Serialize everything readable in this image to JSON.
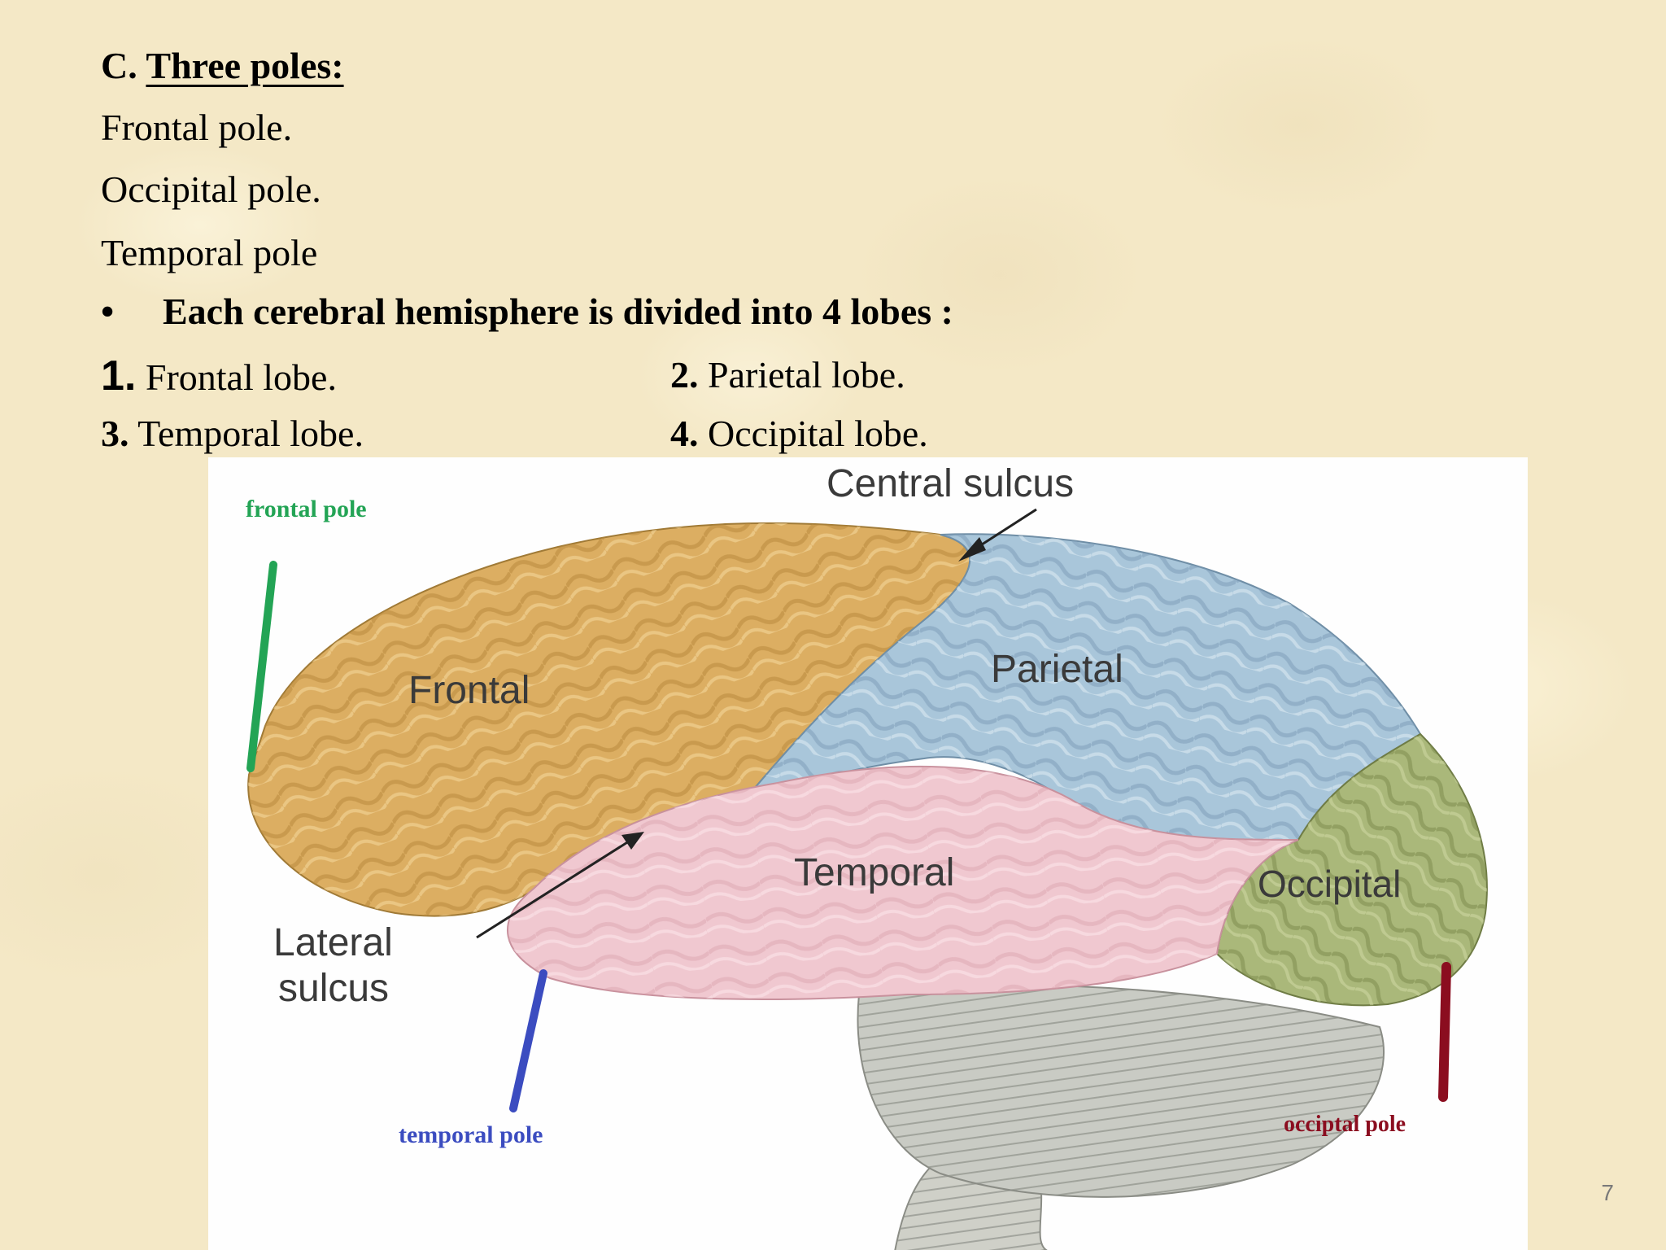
{
  "slide": {
    "heading_prefix": "C. ",
    "heading_title": "Three poles:",
    "poles": [
      "Frontal pole.",
      "Occipital pole.",
      "Temporal pole"
    ],
    "bullet_symbol": "•",
    "bullet_text": "Each cerebral hemisphere is divided into 4 lobes :",
    "lobes": [
      {
        "number": "1.",
        "name": "Frontal lobe."
      },
      {
        "number": "2.",
        "name": "Parietal lobe."
      },
      {
        "number": "3.",
        "name": "Temporal lobe."
      },
      {
        "number": "4.",
        "name": "Occipital lobe."
      }
    ],
    "page_number": "7"
  },
  "figure": {
    "labels": {
      "frontal_pole": "frontal pole",
      "central_sulcus": "Central sulcus",
      "frontal": "Frontal",
      "parietal": "Parietal",
      "temporal": "Temporal",
      "occipital": "Occipital",
      "lateral_sulcus_line1": "Lateral",
      "lateral_sulcus_line2": "sulcus",
      "temporal_pole": "temporal pole",
      "occipital_pole": "occiptal pole"
    },
    "colors": {
      "frontal_lobe": "#dcae62",
      "parietal_lobe": "#a9c6da",
      "temporal_lobe": "#f0c8d0",
      "occipital_lobe": "#aab87a",
      "cerebellum": "#c9cbc4",
      "frontal_pole_marker": "#23a455",
      "temporal_pole_marker": "#3b4cc0",
      "occipital_pole_marker": "#8b0d1f",
      "label_text": "#3a3a3a"
    }
  }
}
